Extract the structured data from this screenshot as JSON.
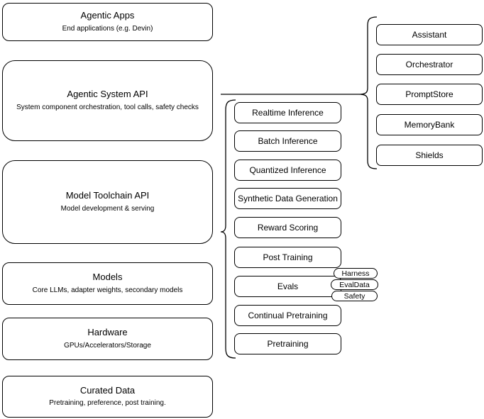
{
  "diagram": {
    "left_stack": [
      {
        "title": "Agentic Apps",
        "subtitle": "End applications (e.g. Devin)"
      },
      {
        "title": "Agentic System API",
        "subtitle": "System component orchestration, tool calls, safety checks"
      },
      {
        "title": "Model Toolchain API",
        "subtitle": "Model development & serving"
      },
      {
        "title": "Models",
        "subtitle": "Core LLMs, adapter weights, secondary models"
      },
      {
        "title": "Hardware",
        "subtitle": "GPUs/Accelerators/Storage"
      },
      {
        "title": "Curated Data",
        "subtitle": "Pretraining, preference, post training."
      }
    ],
    "toolchain_group": {
      "items": [
        "Realtime Inference",
        "Batch Inference",
        "Quantized Inference",
        "Synthetic Data Generation",
        "Reward Scoring",
        "Post Training",
        "Evals",
        "Continual Pretraining",
        "Pretraining"
      ],
      "eval_tags": [
        "Harness",
        "EvalData",
        "Safety"
      ]
    },
    "system_components_group": {
      "items": [
        "Assistant",
        "Orchestrator",
        "PromptStore",
        "MemoryBank",
        "Shields"
      ]
    },
    "colors": {
      "stroke": "#000000",
      "fill": "#ffffff",
      "text": "#000000"
    }
  }
}
